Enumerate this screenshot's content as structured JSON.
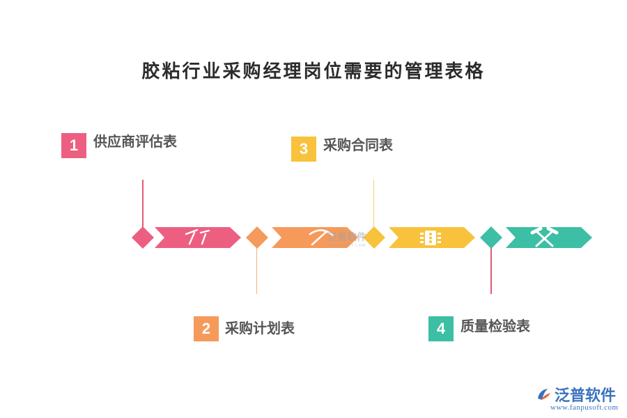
{
  "title": "胶粘行业采购经理岗位需要的管理表格",
  "colors": {
    "pink": "#ec5f80",
    "orange": "#f59a5b",
    "yellow": "#f9c23c",
    "teal": "#3cbfa4",
    "line_pink": "#e25a74",
    "line_orange": "#f0b37e",
    "line_yellow": "#f4cf72"
  },
  "steps": [
    {
      "number": "1",
      "label": "供应商评估表",
      "color": "pink",
      "icon": "tools-icon"
    },
    {
      "number": "2",
      "label": "采购计划表",
      "color": "orange",
      "icon": "pickaxe-icon"
    },
    {
      "number": "3",
      "label": "采购合同表",
      "color": "yellow",
      "icon": "traffic-light-icon"
    },
    {
      "number": "4",
      "label": "质量检验表",
      "color": "teal",
      "icon": "hammer-cross-icon"
    }
  ],
  "watermark": {
    "name": "泛普软件",
    "sub": "FANPUSOFT.COM"
  },
  "logo": {
    "name": "泛普软件",
    "url": "www.fanpusoft.com"
  }
}
